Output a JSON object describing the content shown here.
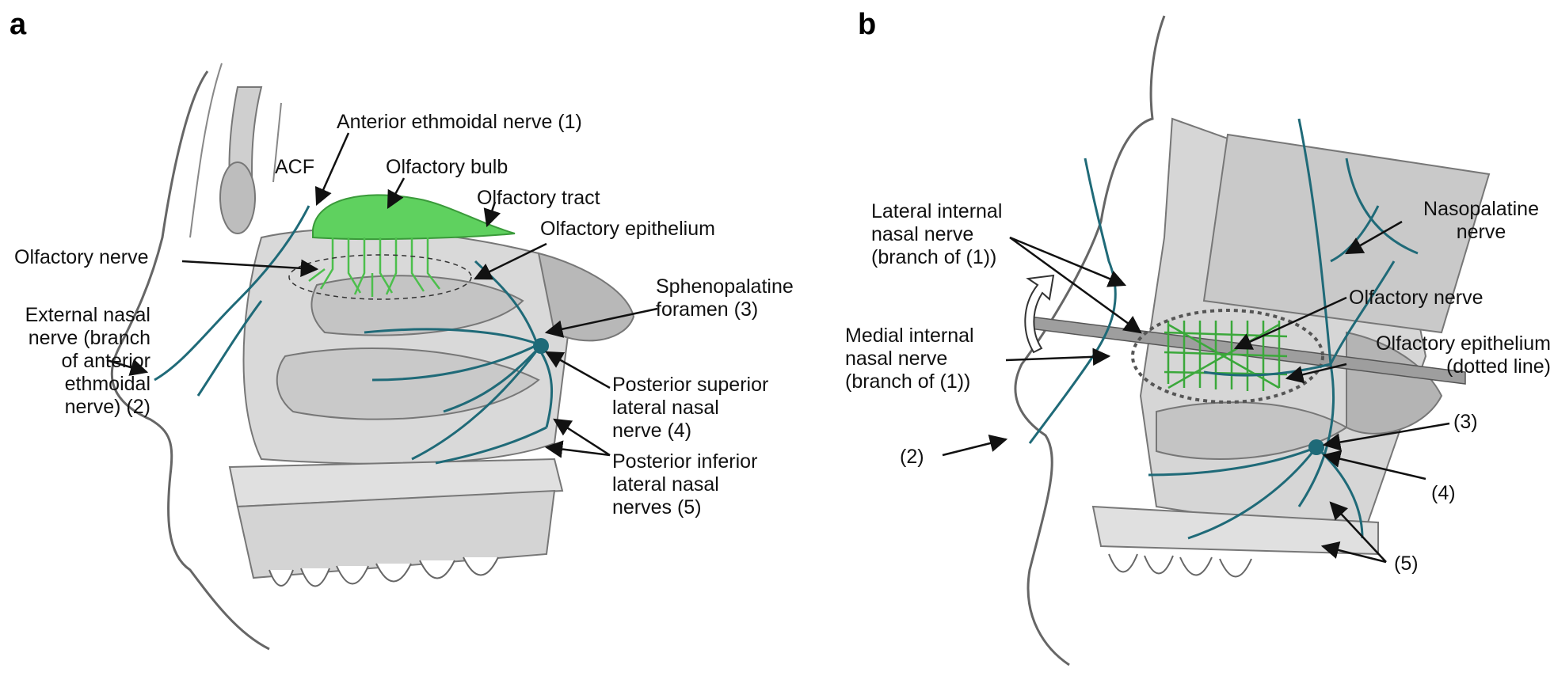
{
  "panels": {
    "a": {
      "letter": "a",
      "labels": {
        "anterior_ethmoidal_nerve": "Anterior ethmoidal nerve (1)",
        "acf": "ACF",
        "olfactory_bulb": "Olfactory bulb",
        "olfactory_tract": "Olfactory tract",
        "olfactory_epithelium": "Olfactory epithelium",
        "olfactory_nerve": "Olfactory nerve",
        "sphenopalatine_foramen": "Sphenopalatine\nforamen (3)",
        "external_nasal_nerve": "External nasal\nnerve (branch\nof anterior\nethmoidal\nnerve) (2)",
        "posterior_superior": "Posterior superior\nlateral nasal\nnerve (4)",
        "posterior_inferior": "Posterior inferior\nlateral nasal\nnerves (5)"
      }
    },
    "b": {
      "letter": "b",
      "labels": {
        "lateral_internal": "Lateral internal\nnasal nerve\n(branch of (1))",
        "medial_internal": "Medial internal\nnasal nerve\n(branch of (1))",
        "nasopalatine": "Nasopalatine\nnerve",
        "olfactory_nerve": "Olfactory nerve",
        "olfactory_epithelium": "Olfactory epithelium\n(dotted line)",
        "n2": "(2)",
        "n3": "(3)",
        "n4": "(4)",
        "n5": "(5)"
      }
    }
  },
  "colors": {
    "nerve": "#1f6a78",
    "olfactory_green": "#5fd15f",
    "bone_fill": "#d8d8d8",
    "bone_dark": "#a9a9a9",
    "outline": "#555555"
  }
}
